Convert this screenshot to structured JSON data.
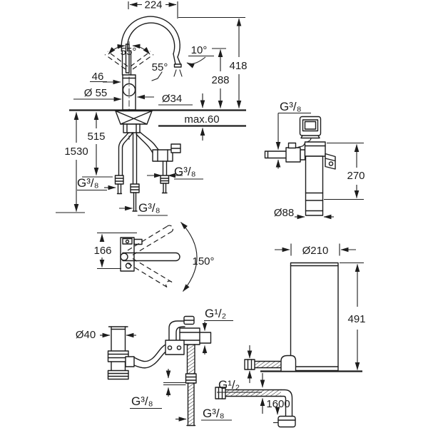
{
  "drawing": {
    "background": "#ffffff",
    "line_color": "#1d1d1d",
    "views": {
      "faucet_side": {
        "name": "Faucet side view with installation dimensions",
        "labels": {
          "spout_reach": "224",
          "lever_tilt_left": "55°",
          "lever_tilt_right": "55°",
          "outlet_angle": "10°",
          "lever_width": "46",
          "base_diameter": "Ø 55",
          "body_diameter": "Ø34",
          "total_height": "418",
          "outlet_height": "288",
          "max_deck_thickness": "max.60",
          "hose_length_short": "515",
          "hose_length_long": "1530",
          "thread_left_hose": "G³/₈",
          "thread_right_hose": "G³/₈",
          "thread_bottom_hose": "G³/₈"
        }
      },
      "faucet_top": {
        "name": "Faucet top view with swivel range",
        "labels": {
          "body_depth": "166",
          "swivel_angle": "150°"
        }
      },
      "drain_assembly": {
        "name": "Drain pipe and safety valve assembly",
        "labels": {
          "drain_pipe_diameter": "Ø40",
          "thread_side_port": "G¹/₂",
          "thread_hose_union": "G³/₈",
          "thread_hose_end": "G³/₈"
        }
      },
      "filter_unit": {
        "name": "Filter cartridge with head and display",
        "labels": {
          "thread_inlet": "G³/₈",
          "mounting_height": "270",
          "cartridge_diameter": "Ø88"
        }
      },
      "boiler": {
        "name": "Boiler tank",
        "labels": {
          "diameter": "Ø210",
          "height": "491",
          "thread_inlet": "G¹/₂",
          "cable_length": "1600"
        }
      }
    }
  }
}
